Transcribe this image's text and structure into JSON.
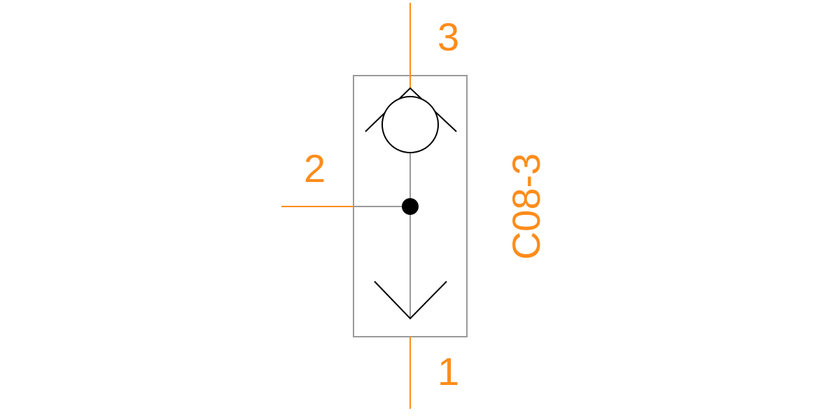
{
  "colors": {
    "background": "#ffffff",
    "port_line": "#ff8c1a",
    "label": "#ff8c1a",
    "body_outline": "#9a9a9a",
    "internal_line": "#9a9a9a",
    "symbol": "#000000"
  },
  "ports": {
    "top": {
      "label": "3"
    },
    "side": {
      "label": "2"
    },
    "bottom": {
      "label": "1"
    }
  },
  "model": {
    "label": "C08-3"
  }
}
